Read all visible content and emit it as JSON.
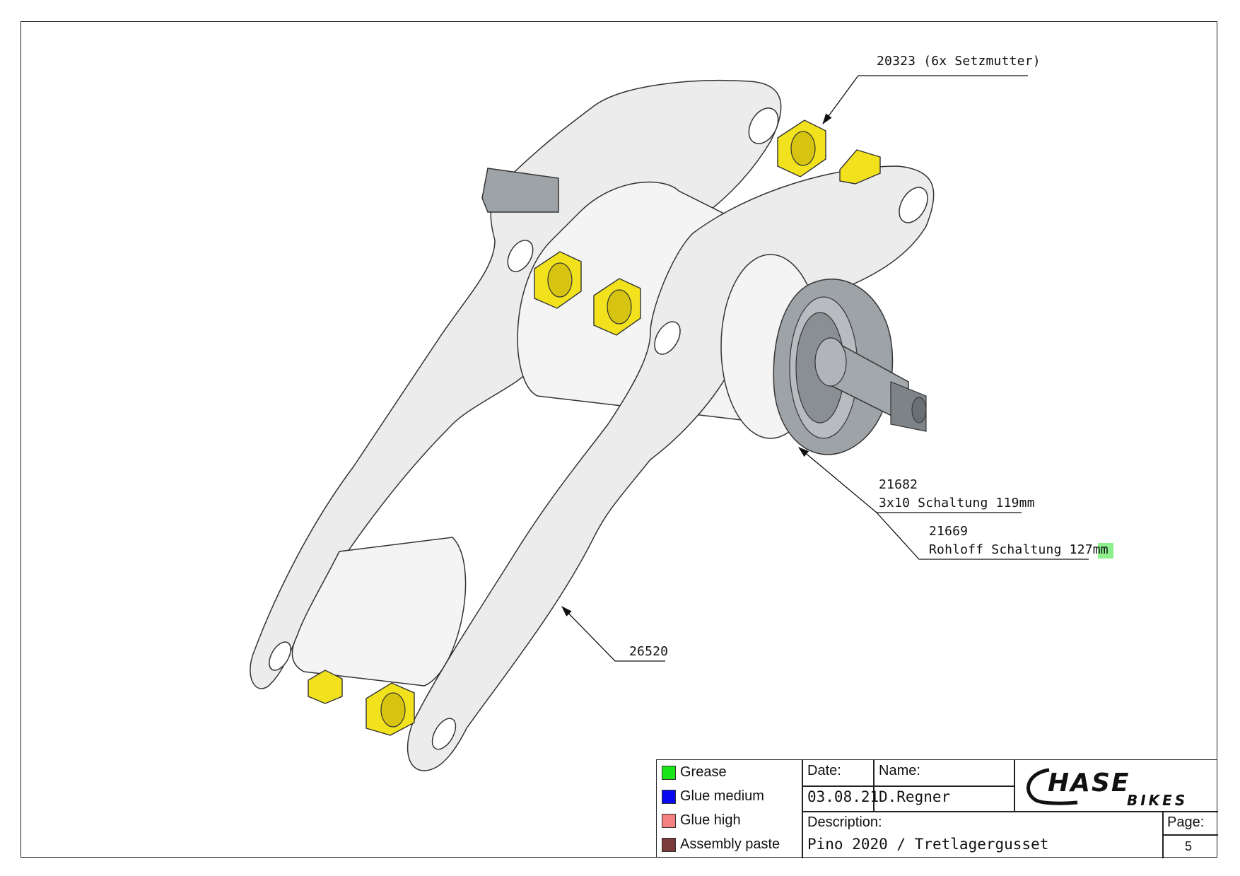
{
  "callouts": {
    "nut": "20323 (6x Setzmutter)",
    "shift_a_part": "21682",
    "shift_a_desc": "3x10 Schaltung 119mm",
    "shift_b_part": "21669",
    "shift_b_desc": "Rohloff Schaltung 127mm",
    "plate": "26520"
  },
  "legend": {
    "items": [
      {
        "label": "Grease",
        "color": "#19e619"
      },
      {
        "label": "Glue medium",
        "color": "#0a0af0"
      },
      {
        "label": "Glue high",
        "color": "#f58080"
      },
      {
        "label": "Assembly paste",
        "color": "#7a3a3a"
      }
    ]
  },
  "title_block": {
    "date_label": "Date:",
    "date_value": "03.08.21",
    "name_label": "Name:",
    "name_value": "D.Regner",
    "description_label": "Description:",
    "description_value": "Pino 2020 / Tretlagergusset",
    "page_label": "Page:",
    "page_value": "5"
  },
  "logo": {
    "text_main": "HASE",
    "text_sub": "BIKES"
  },
  "colors": {
    "nut_yellow": "#f2e21e",
    "part_grey": "#9ea3a8",
    "plate_fill": "#ececec",
    "grease_marker": "#8cf08c"
  }
}
